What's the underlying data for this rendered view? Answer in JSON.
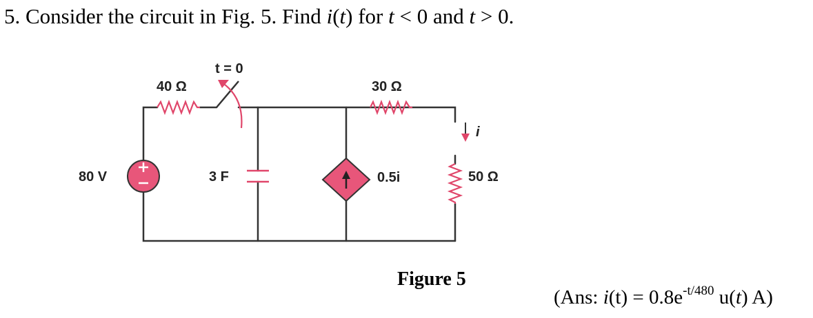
{
  "problem": {
    "number": "5.",
    "prefix": " Consider the circuit in Fig. 5.  Find ",
    "func": "i",
    "func_open": "(",
    "func_var": "t",
    "func_close": ")",
    "for_text": " for ",
    "t1": "t",
    "cond1": " < 0 and ",
    "t2": "t",
    "cond2": " > 0."
  },
  "circuit": {
    "source_voltage_label": "80 V",
    "resistor_left_label": "40 Ω",
    "switch_label": "t = 0",
    "capacitor_label": "3 F",
    "resistor_mid_label": "30 Ω",
    "dependent_source_label": "0.5i",
    "current_label": "i",
    "resistor_right_label": "50 Ω",
    "figure_caption": "Figure 5",
    "colors": {
      "wire": "#333333",
      "component": "#e0466a",
      "source_fill": "#e8567a"
    }
  },
  "answer": {
    "open": "(Ans: ",
    "func": "i",
    "mid": "(t) = 0.8e",
    "exponent": "-t/480",
    "step_open": " u(",
    "step_var": "t",
    "close": ") A)"
  }
}
